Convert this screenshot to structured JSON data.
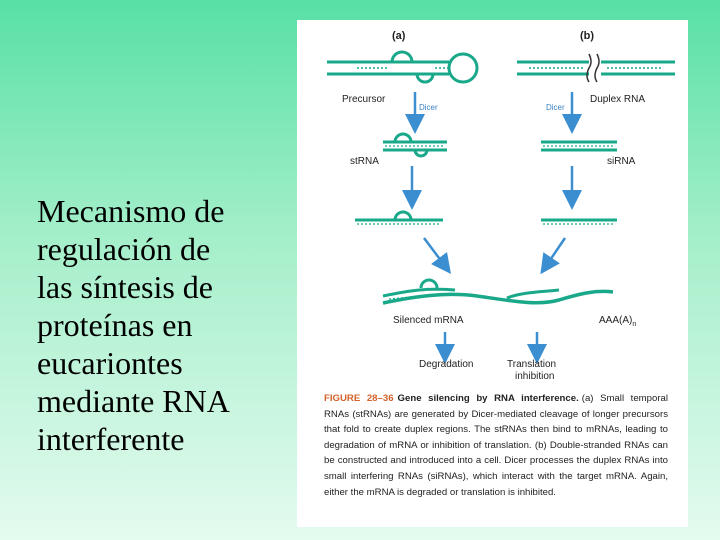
{
  "slide": {
    "title_lines": [
      "Mecanismo de",
      "regulación de",
      "las síntesis de",
      "proteínas en",
      "eucariontes",
      "mediante RNA",
      "interferente"
    ]
  },
  "figure": {
    "panel_a_label": "(a)",
    "panel_b_label": "(b)",
    "precursor_label": "Precursor",
    "dicer_label_a": "Dicer",
    "dicer_label_b": "Dicer",
    "duplex_label": "Duplex RNA",
    "strna_label": "stRNA",
    "sirna_label": "siRNA",
    "silenced_label": "Silenced mRNA",
    "polya_label": "AAA(A)",
    "polya_subscript": "n",
    "degradation_label": "Degradation",
    "translation_label_line1": "Translation",
    "translation_label_line2": "inhibition",
    "caption_label": "FIGURE 28–36",
    "caption_title": "Gene silencing by RNA interference.",
    "caption_body": "(a) Small temporal RNAs (stRNAs) are generated by Dicer-mediated cleavage of longer precursors that fold to create duplex regions. The stRNAs then bind to mRNAs, leading to degradation of mRNA or inhibition of translation. (b) Double-stranded RNAs can be constructed and introduced into a cell. Dicer processes the duplex RNAs into small interfering RNAs (siRNAs), which interact with the target mRNA. Again, either the mRNA is degraded or translation is inhibited."
  },
  "colors": {
    "rna_strand": "#1aa88a",
    "arrow": "#3b8ed0",
    "caption_label": "#d4612a"
  }
}
